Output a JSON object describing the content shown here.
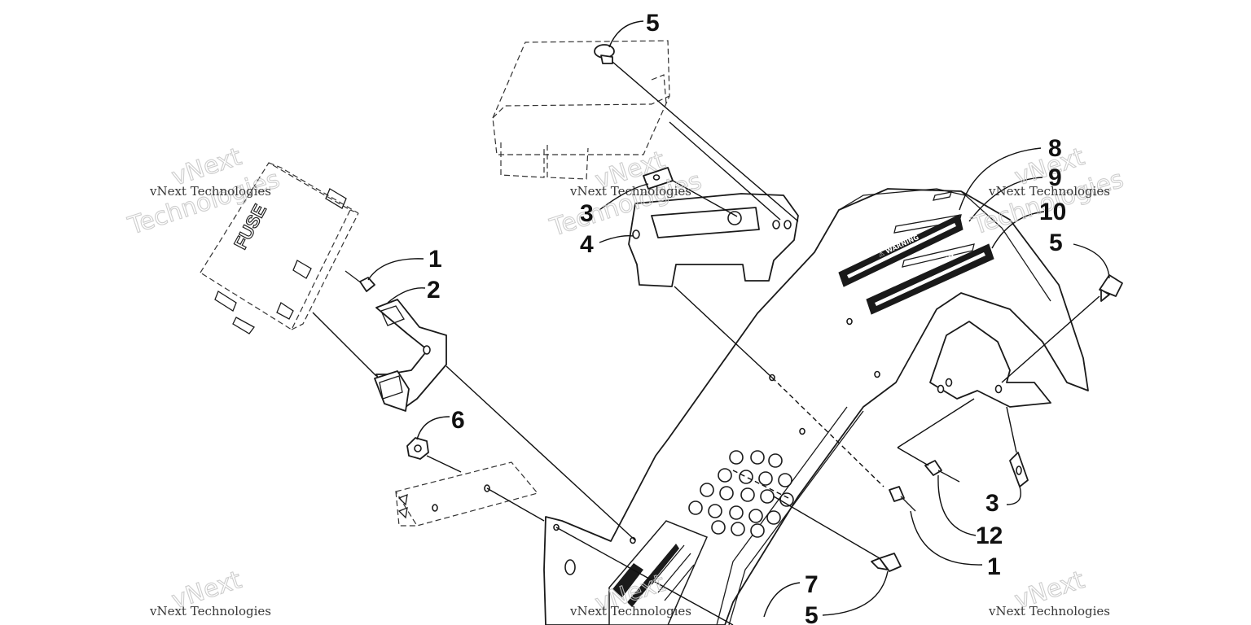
{
  "callouts": [
    {
      "id": "c-5-top",
      "label": "5"
    },
    {
      "id": "c-8",
      "label": "8"
    },
    {
      "id": "c-9",
      "label": "9"
    },
    {
      "id": "c-10",
      "label": "10"
    },
    {
      "id": "c-5-right",
      "label": "5"
    },
    {
      "id": "c-3-upper",
      "label": "3"
    },
    {
      "id": "c-4",
      "label": "4"
    },
    {
      "id": "c-1-left",
      "label": "1"
    },
    {
      "id": "c-2",
      "label": "2"
    },
    {
      "id": "c-6",
      "label": "6"
    },
    {
      "id": "c-3-lower",
      "label": "3"
    },
    {
      "id": "c-12",
      "label": "12"
    },
    {
      "id": "c-1-right",
      "label": "1"
    },
    {
      "id": "c-7",
      "label": "7"
    },
    {
      "id": "c-5-bottom",
      "label": "5"
    }
  ],
  "fuse_box_label": "FUSE",
  "decals": {
    "warning": "⚠ WARNING",
    "avertissement": "⚠ AVERTISSEMENT"
  },
  "watermark": {
    "small": "vNext Technologies",
    "big_line1": "vNext",
    "big_line2": "Technologies"
  }
}
